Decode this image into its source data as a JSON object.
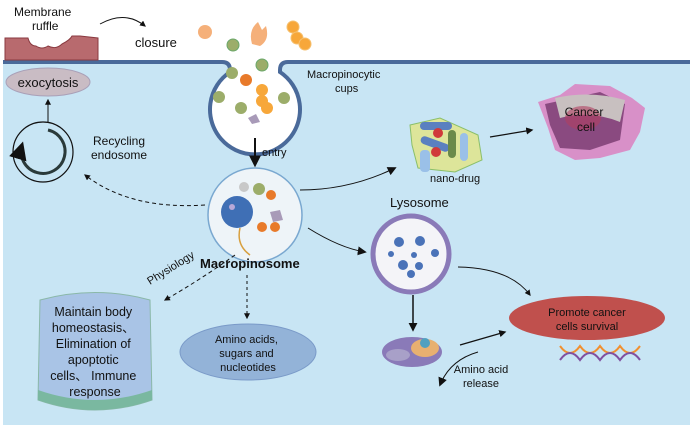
{
  "labels": {
    "membrane_ruffle": [
      "Membrane",
      "ruffle"
    ],
    "closure": "closure",
    "exocytosis": "exocytosis",
    "macropinocytic_cups": [
      "Macropinocytic",
      "cups"
    ],
    "recycling_endosome": [
      "Recycling",
      "endosome"
    ],
    "entry": "entry",
    "nano_drug": "nano-drug",
    "cancer_cell": [
      "Cancer",
      "cell"
    ],
    "lysosome": "Lysosome",
    "physiology": "Physiology",
    "macropinosome": "Macropinosome",
    "physiology_box": [
      "Maintain body",
      "homeostasis、",
      "Elimination of",
      "apoptotic",
      "cells、 Immune",
      "response"
    ],
    "nutrients": [
      "Amino acids,",
      "sugars  and",
      "nucleotides"
    ],
    "promote": [
      "Promote cancer",
      "cells survival"
    ],
    "amino_release": [
      "Amino acid",
      "release"
    ]
  },
  "colors": {
    "cytoplasm": "#c8e5f4",
    "membrane": "#4a6a9a",
    "ruffle": "#b86a6e",
    "promote": "#c0504d",
    "nutrients": "#93b3d8",
    "physiology_box": "#a9c4e6",
    "exocytosis": "#c9bcc4"
  }
}
